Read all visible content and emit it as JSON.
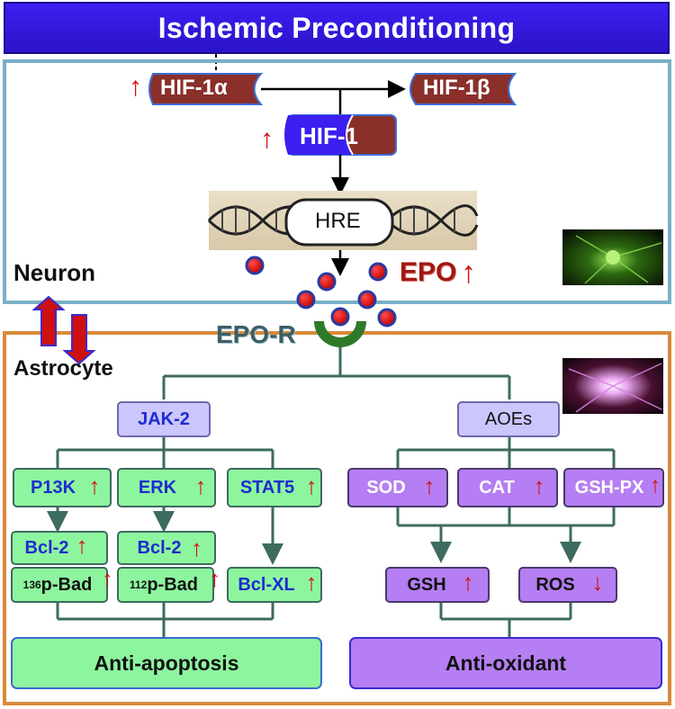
{
  "title": "Ischemic Preconditioning",
  "labels": {
    "hif1a": "HIF-1α",
    "hif1b": "HIF-1β",
    "hif1": "HIF-1",
    "hre": "HRE",
    "epo": "EPO",
    "epo_r": "EPO-R",
    "neuron": "Neuron",
    "astrocyte": "Astrocyte"
  },
  "left_branch": {
    "head": "JAK-2",
    "row1": [
      "P13K",
      "ERK",
      "STAT5"
    ],
    "bcl2": "Bcl-2",
    "bad136_sup": "136",
    "bad112_sup": "112",
    "bad": "p-Bad",
    "bclxl": "Bcl-XL",
    "outcome": "Anti-apoptosis"
  },
  "right_branch": {
    "head": "AOEs",
    "row1": [
      "SOD",
      "CAT",
      "GSH-PX"
    ],
    "gsh": "GSH",
    "ros": "ROS",
    "outcome": "Anti-oxidant"
  },
  "colors": {
    "title_bg": "#2a14c8",
    "neuron_border": "#7ab0c8",
    "astrocyte_border": "#d98a3a",
    "green_box": "#8ef59f",
    "purple_box": "#b57ef3",
    "arrow_red": "#d01010",
    "hif_brown": "#8a2f2a",
    "epor_green": "#2f7a2a"
  },
  "icons": [
    "up-arrow-icon",
    "down-arrow-icon",
    "epo-molecule-icon",
    "epo-receptor-icon",
    "dna-helix-icon"
  ]
}
